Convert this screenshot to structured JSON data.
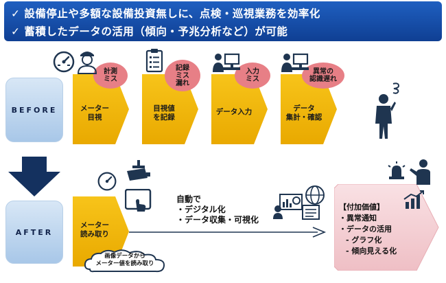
{
  "banner": {
    "line1": "✓ 設備停止や多額な設備投資無しに、点検・巡視業務を効率化",
    "line2": "✓ 蓄積したデータの活用（傾向・予兆分析など）が可能"
  },
  "before": {
    "label": "BEFORE",
    "steps": [
      {
        "line1": "メーター",
        "line2": "目視",
        "issue": [
          "計測",
          "ミス"
        ]
      },
      {
        "line1": "目視値",
        "line2": "を記録",
        "issue": [
          "記録",
          "ミス",
          "漏れ"
        ]
      },
      {
        "line1": "データ入力",
        "line2": "",
        "issue": [
          "入力",
          "ミス"
        ]
      },
      {
        "line1": "データ",
        "line2": "集計・確認",
        "issue": [
          "異常の",
          "認識遅れ"
        ]
      }
    ]
  },
  "after": {
    "label": "AFTER",
    "step": {
      "line1": "メーター",
      "line2": "読み取り"
    },
    "cloud": [
      "画像データから",
      "メーター値を読み取り"
    ],
    "arrow_text": [
      "自動で",
      "・デジタル化",
      "・データ収集・可視化"
    ],
    "value": {
      "title": "【付加価値】",
      "items": [
        "・異常通知",
        "・データの活用",
        "- グラフ化",
        "- 傾向見える化"
      ]
    }
  },
  "colors": {
    "banner": "#1446a8",
    "chevron": "#f2b800",
    "phase": "#bcd4ee",
    "oval": "#e77f86",
    "value_box": "#f6d4d8",
    "down_arrow": "#14315f"
  }
}
